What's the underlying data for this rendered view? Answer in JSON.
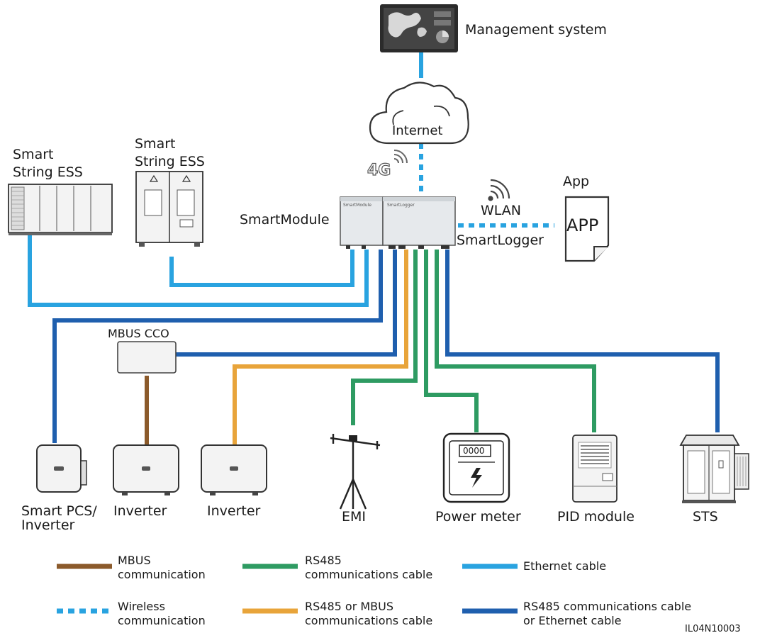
{
  "devices": {
    "management_system": "Management system",
    "internet": "Internet",
    "tech_4g": "4G",
    "wlan": "WLAN",
    "app_label": "App",
    "app_icon_text": "APP",
    "smartmodule": "SmartModule",
    "smartlogger": "SmartLogger",
    "smartmodule_plate": "SmartModule",
    "smartlogger_plate": "SmartLogger",
    "smart_string_ess_1": [
      "Smart",
      "String ESS"
    ],
    "smart_string_ess_2": [
      "Smart",
      "String ESS"
    ],
    "mbus_cco": "MBUS CCO",
    "smart_pcs": [
      "Smart PCS/",
      "Inverter"
    ],
    "inverter_1": "Inverter",
    "inverter_2": "Inverter",
    "emi": "EMI",
    "power_meter": "Power meter",
    "meter_display": "0000",
    "pid_module": "PID module",
    "sts": "STS"
  },
  "legend": {
    "mbus": [
      "MBUS",
      "communication"
    ],
    "rs485": [
      "RS485",
      "communications cable"
    ],
    "ethernet": "Ethernet cable",
    "wireless": [
      "Wireless",
      "communication"
    ],
    "rs485_mbus": [
      "RS485 or MBUS",
      "communications cable"
    ],
    "rs485_eth": [
      "RS485 communications cable",
      "or Ethernet cable"
    ]
  },
  "figure_id": "IL04N10003",
  "colors": {
    "mbus": "#8b5a2b",
    "rs485": "#2e9b62",
    "ethernet": "#29a3e0",
    "wireless": "#29a3e0",
    "rs485_mbus": "#e8a43a",
    "rs485_eth": "#1f5fae"
  }
}
